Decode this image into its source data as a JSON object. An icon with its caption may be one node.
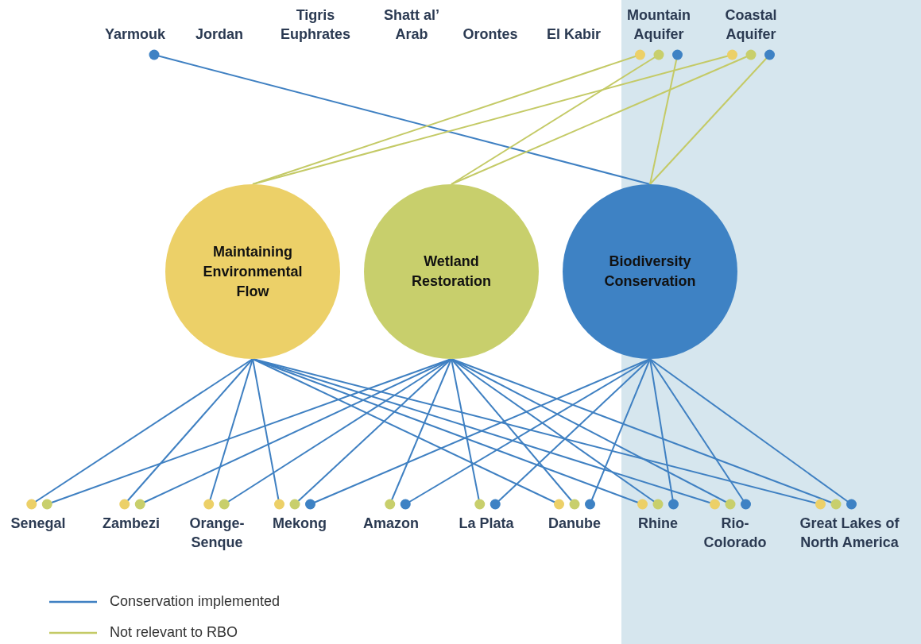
{
  "diagram": {
    "nodes": [
      {
        "text": [
          "Yarmouk"
        ]
      },
      {
        "text": [
          "Jordan"
        ]
      },
      {
        "text": [
          "Tigris Euphrates"
        ]
      },
      {
        "text": [
          "Shatt al’ Arab"
        ]
      },
      {
        "text": [
          "Orontes"
        ]
      },
      {
        "text": [
          "El Kabir"
        ]
      },
      {
        "text": [
          "Mountain Aquifer"
        ]
      },
      {
        "text": [
          "Coastal Aquifer"
        ]
      },
      {
        "text": [
          "Maintaining Environmental Flow"
        ]
      },
      {
        "text": [
          "Wetland Restoration"
        ]
      },
      {
        "text": [
          "Biodiversity Conservation"
        ]
      },
      {
        "text": [
          "Senegal"
        ]
      },
      {
        "text": [
          "Zambezi"
        ]
      },
      {
        "text": [
          "Orange-Senque"
        ]
      },
      {
        "text": [
          "Mekong"
        ]
      },
      {
        "text": [
          "Amazon"
        ]
      },
      {
        "text": [
          "La Plata"
        ]
      },
      {
        "text": [
          "Danube"
        ]
      },
      {
        "text": [
          "Rhine"
        ]
      },
      {
        "text": [
          "Rio-Colorado"
        ]
      },
      {
        "text": [
          "Great Lakes of North America"
        ]
      }
    ],
    "edges": [
      {
        "from": 10,
        "to": 0,
        "arrow": "none"
      },
      {
        "from": 8,
        "to": 6,
        "arrow": "none",
        "color": "#c4ca66"
      },
      {
        "from": 8,
        "to": 7,
        "arrow": "none",
        "color": "#c4ca66"
      },
      {
        "from": 9,
        "to": 6,
        "arrow": "none",
        "color": "#c4ca66"
      },
      {
        "from": 9,
        "to": 7,
        "arrow": "none",
        "color": "#c4ca66"
      },
      {
        "from": 10,
        "to": 6,
        "arrow": "none",
        "color": "#c4ca66"
      },
      {
        "from": 10,
        "to": 7,
        "arrow": "none",
        "color": "#c4ca66"
      },
      {
        "from": 8,
        "to": 11,
        "arrow": "none"
      },
      {
        "from": 8,
        "to": 12,
        "arrow": "none"
      },
      {
        "from": 8,
        "to": 13,
        "arrow": "none"
      },
      {
        "from": 8,
        "to": 14,
        "arrow": "none"
      },
      {
        "from": 8,
        "to": 17,
        "arrow": "none"
      },
      {
        "from": 8,
        "to": 18,
        "arrow": "none"
      },
      {
        "from": 8,
        "to": 19,
        "arrow": "none"
      },
      {
        "from": 8,
        "to": 20,
        "arrow": "none"
      },
      {
        "from": 9,
        "to": 11,
        "arrow": "none"
      },
      {
        "from": 9,
        "to": 12,
        "arrow": "none"
      },
      {
        "from": 9,
        "to": 13,
        "arrow": "none"
      },
      {
        "from": 9,
        "to": 14,
        "arrow": "none"
      },
      {
        "from": 9,
        "to": 15,
        "arrow": "none"
      },
      {
        "from": 9,
        "to": 16,
        "arrow": "none"
      },
      {
        "from": 9,
        "to": 17,
        "arrow": "none"
      },
      {
        "from": 9,
        "to": 18,
        "arrow": "none"
      },
      {
        "from": 9,
        "to": 19,
        "arrow": "none"
      },
      {
        "from": 9,
        "to": 20,
        "arrow": "none"
      },
      {
        "from": 10,
        "to": 14,
        "arrow": "none"
      },
      {
        "from": 10,
        "to": 15,
        "arrow": "none"
      },
      {
        "from": 10,
        "to": 16,
        "arrow": "none"
      },
      {
        "from": 10,
        "to": 17,
        "arrow": "none"
      },
      {
        "from": 10,
        "to": 18,
        "arrow": "none"
      },
      {
        "from": 10,
        "to": 19,
        "arrow": "none"
      },
      {
        "from": 10,
        "to": 20,
        "arrow": "none"
      }
    ],
    "legend": [
      {
        "text": "Conservation implemented"
      },
      {
        "text": "Not relevant to RBO"
      }
    ]
  }
}
